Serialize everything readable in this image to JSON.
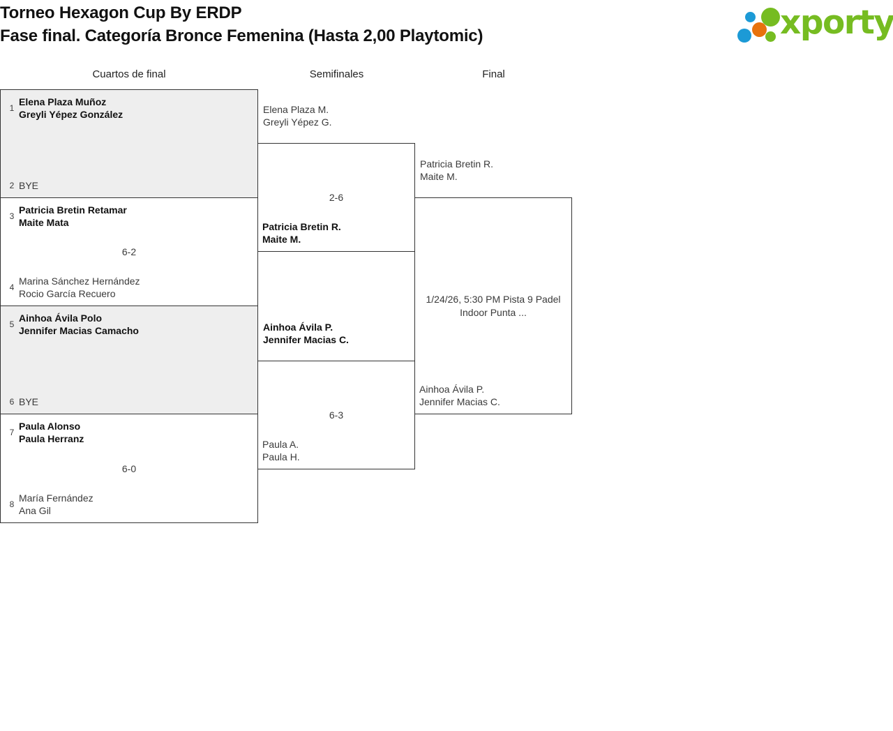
{
  "header": {
    "title_line1": "Torneo Hexagon Cup By ERDP",
    "title_line2": "Fase final. Categoría Bronce Femenina (Hasta 2,00 Playtomic)",
    "logo_word": "xporty",
    "logo_colors": {
      "green": "#76bc21",
      "blue": "#1c9ad6",
      "orange": "#e8720c"
    }
  },
  "rounds": [
    {
      "label": "Cuartos de final"
    },
    {
      "label": "Semifinales"
    },
    {
      "label": "Final"
    }
  ],
  "quarterfinals": [
    {
      "top": {
        "seed": "1",
        "line1": "Elena Plaza Muñoz",
        "line2": "Greyli Yépez González"
      },
      "bottom": {
        "seed": "2",
        "line1": "BYE",
        "line2": ""
      },
      "score": ""
    },
    {
      "top": {
        "seed": "3",
        "line1": "Patricia Bretin Retamar",
        "line2": "Maite Mata"
      },
      "bottom": {
        "seed": "4",
        "line1": "Marina Sánchez Hernández",
        "line2": "Rocio García Recuero"
      },
      "score": "6-2"
    },
    {
      "top": {
        "seed": "5",
        "line1": "Ainhoa Ávila Polo",
        "line2": "Jennifer Macias Camacho"
      },
      "bottom": {
        "seed": "6",
        "line1": "BYE",
        "line2": ""
      },
      "score": ""
    },
    {
      "top": {
        "seed": "7",
        "line1": "Paula Alonso",
        "line2": "Paula Herranz"
      },
      "bottom": {
        "seed": "8",
        "line1": "María Fernández",
        "line2": "Ana Gil"
      },
      "score": "6-0"
    }
  ],
  "semifinals": [
    {
      "top": {
        "line1": "Elena Plaza M.",
        "line2": "Greyli Yépez G."
      },
      "bottom": {
        "line1": "Patricia Bretin R.",
        "line2": "Maite M."
      },
      "score": "2-6"
    },
    {
      "top": {
        "line1": "Ainhoa Ávila P.",
        "line2": "Jennifer Macias C."
      },
      "bottom": {
        "line1": "Paula A.",
        "line2": "Paula H."
      },
      "score": "6-3"
    }
  ],
  "final": {
    "top": {
      "line1": "Patricia Bretin R.",
      "line2": "Maite M."
    },
    "bottom": {
      "line1": "Ainhoa Ávila P.",
      "line2": "Jennifer Macias C."
    },
    "schedule_line1": "1/24/26, 5:30 PM Pista 9 Padel",
    "schedule_line2": "Indoor Punta ..."
  }
}
